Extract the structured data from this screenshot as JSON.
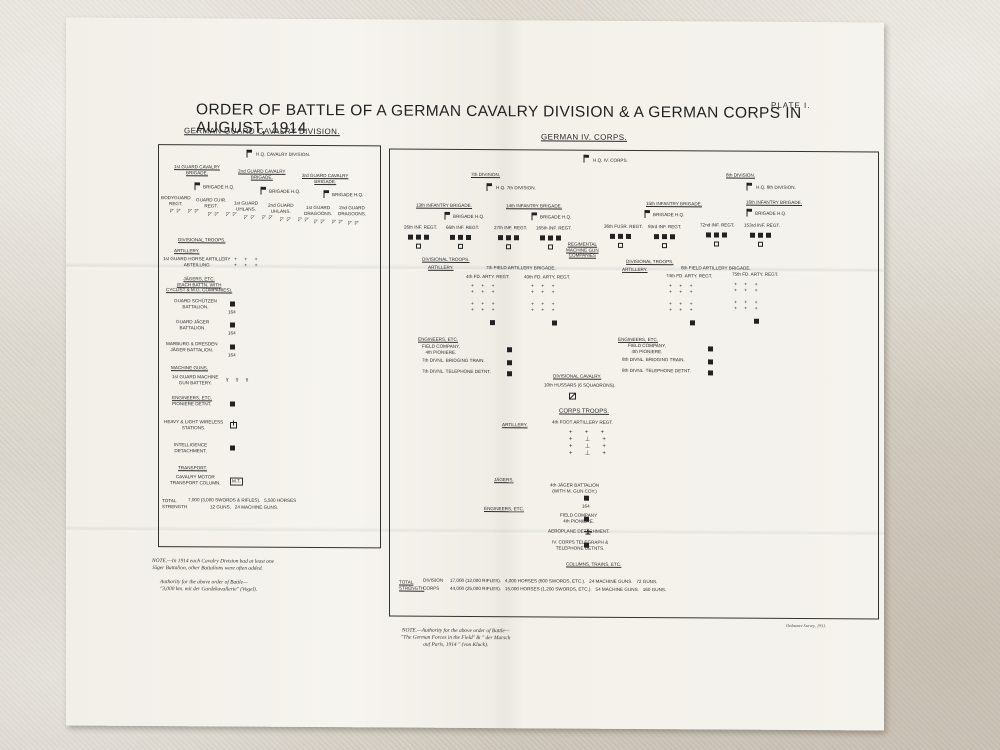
{
  "title": "ORDER OF BATTLE OF A GERMAN CAVALRY DIVISION & A GERMAN CORPS IN AUGUST, 1914",
  "plate": "PLATE I.",
  "left": {
    "heading": "GERMAN GUARD CAVALRY DIVISION.",
    "hq": "H.Q. CAVALRY DIVISION.",
    "brigades": [
      "1st GUARD CAVALRY\nBRIGADE.",
      "2nd GUARD CAVALRY\nBRIGADE.",
      "3rd GUARD CAVALRY\nBRIGADE."
    ],
    "brigade_hq": [
      "BRIGADE H.Q.",
      "BRIGADE H.Q.",
      "BRIGADE H.Q."
    ],
    "regiments": [
      "BODYGUARD\nREGT.",
      "GUARD CUIR.\nREGT.",
      "1st GUARD\nUHLANS.",
      "2nd GUARD\nUHLANS.",
      "1st GUARD\nDRAGOONS.",
      "2nd GUARD\nDRAGOONS."
    ],
    "div_troops": "DIVISIONAL TROOPS.",
    "artillery": "ARTILLERY.",
    "artillery_unit": "1st GUARD HORSE ARTILLERY\nABTEILUNG",
    "jagers": "JÄGERS, ETC.\n(EACH BATTN. WITH\nCYCLIST & M.G. COMPANIES).",
    "schutzen": "GUARD SCHÜTZEN\nBATTALION.",
    "schutzen_num": "164",
    "guard_jager": "GUARD JÄGER\nBATTALION.",
    "guard_jager_num": "164",
    "marburg": "MARBURG & DRESDEN\nJÄGER BATTALION.",
    "marburg_num": "164",
    "mg_head": "MACHINE GUNS.",
    "mg_unit": "1st GUARD MACHINE\nGUN BATTERY.",
    "engineers_head": "ENGINEERS, ETC.",
    "pioniere": "PIONIERE DETNT.",
    "wireless": "HEAVY & LIGHT WIRELESS\nSTATIONS.",
    "intel": "INTELLIGENCE\nDETACHMENT.",
    "transport_head": "TRANSPORT.",
    "motor": "CAVALRY MOTOR\nTRANSPORT COLUMN.",
    "motor_num": "M.T.",
    "total_label": "TOTAL\nSTRENGTH",
    "total_line1": "7,000 (3,000 SWORDS & RIFLES).   5,500 HORSES",
    "total_line2": "12 GUNS.   24 MACHINE GUNS."
  },
  "right": {
    "heading": "GERMAN IV. CORPS.",
    "corps_hq": "H.Q. IV. CORPS.",
    "div7": "7th DIVISION.",
    "div7_hq": "H.Q. 7th DIVISION.",
    "div8": "8th DIVISION.",
    "div8_hq": "H.Q. 8th DIVISION.",
    "brigades": [
      "13th INFANTRY BRIGADE.",
      "14th INFANTRY BRIGADE.",
      "15th INFANTRY BRIGADE.",
      "16th INFANTRY BRIGADE."
    ],
    "brigade_hq": "BRIGADE H.Q.",
    "regiments": [
      "26th INF. REGT.",
      "66th INF. REGT.",
      "27th INF. REGT.",
      "165th INF. REGT.",
      "36th FUSR. REGT.",
      "93rd INF. REGT.",
      "72nd INF. REGT.",
      "153rd INF. REGT."
    ],
    "mg_co": "REGIMENTAL\nMACHINE GUN\nCOMPANIES",
    "div_troops_a": "DIVISIONAL TROOPS.",
    "div_troops_b": "DIVISIONAL TROOPS.",
    "artillery_a": "ARTILLERY.",
    "artillery_b": "ARTILLERY.",
    "fa_brig7": "7th FIELD ARTILLERY BRIGADE.",
    "fa_brig8": "8th FIELD ARTILLERY BRIGADE.",
    "fa_regts": [
      "4th FD. ARTY. REGT.",
      "40th FD. ARTY. REGT.",
      "74th FD. ARTY. REGT.",
      "75th FD. ARTY. REGT."
    ],
    "engineers_a": "ENGINEERS, ETC.",
    "engineers_b": "ENGINEERS, ETC.",
    "field_co_a": "FIELD COMPANY,\n4th PIONIERE.",
    "field_co_b": "FIELD COMPANY,\n4th PIONIERE.",
    "bridging_a": "7th DIVNL. BRIDGING TRAIN.",
    "bridging_b": "8th DIVNL. BRIDGING TRAIN.",
    "tele_a": "7th DIVNL. TELEPHONE DETNT.",
    "tele_b": "8th DIVNL. TELEPHONE DETNT.",
    "div_cav": "DIVISIONAL CAVALRY.",
    "hussars": "10th HUSSARS (6 SQUADRONS).",
    "corps_troops": "CORPS TROOPS.",
    "corps_art": "ARTILLERY.",
    "foot_art": "4th FOOT ARTILLERY REGT.",
    "jagers": "JÄGERS.",
    "jager_batt": "4th JÄGER BATTALION\n(WITH M. GUN COY.)",
    "jager_num": "164",
    "engineers_c": "ENGINEERS, ETC.",
    "field_co_c": "FIELD COMPANY\n4th PIONIERE.",
    "aero": "AEROPLANE DETACHMENT.",
    "corps_tele": "IV. CORPS TELEGRAPH &\nTELEPHONE DETNTS.",
    "columns": "COLUMNS, TRAINS, ETC.",
    "total_label": "TOTAL\nSTRENGTH",
    "div_label": "DIVISION",
    "corps_label": "CORPS",
    "div_line": "17,000 (12,000 RIFLES).   4,000 HORSES (600 SWORDS, ETC.).   24 MACHINE GUNS.   72 GUNS.",
    "corps_line": "44,000 (25,000 RIFLES).   15,000 HORSES (1,200 SWORDS, ETC.).   54 MACHINE GUNS.   160 GUNS."
  },
  "notes": {
    "left_note": "NOTE.—In 1914 each Cavalry Division had at least one\nJäger Battalion, other Battalions were often added.",
    "left_auth": "Authority for the above order of Battle—\n\"3,000 km. mit der Gardekavallerie\" (Vogel).",
    "bottom_note": "NOTE.—Authority for the above order of Battle—\n\"The German Forces in the Field\" & \" der Marsch\nauf Paris, 1914 \" (von Kluck).",
    "credit": "Ordnance Survey, 1931."
  }
}
